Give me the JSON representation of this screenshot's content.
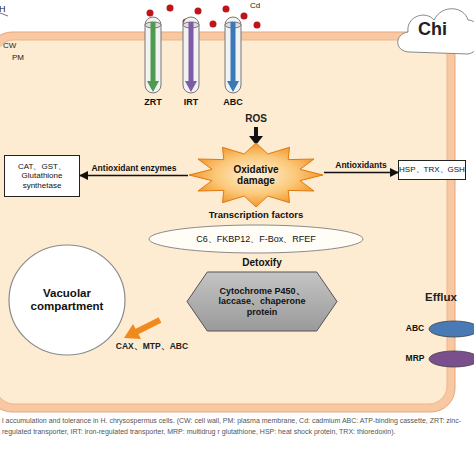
{
  "diagram": {
    "caption": "l accumulation and tolerance in H. chrysospermus cells. (CW: cell wall, PM: plasma membrane, Cd: cadmium ABC: ATP-binding cassette, ZRT: zinc-regulated transporter, IRT: iron-regulated transporter, MRP: multidrug r glutathione, HSP: heat shock protein, TRX: thioredoxin).",
    "nodes": [
      {
        "text": [
          "ZRT"
        ]
      },
      {
        "text": [
          "IRT"
        ]
      },
      {
        "text": [
          "ABC"
        ]
      },
      {
        "text": [
          "CAT、GST、Glutathione synthetase"
        ]
      },
      {
        "text": [
          "Oxidative damage"
        ]
      },
      {
        "text": [
          "HSP、TRX、GSH"
        ]
      },
      {
        "text": [
          "Transcription factors",
          "C6、FKBP12、F-Box、RFEF"
        ]
      },
      {
        "text": [
          "Vacuolar compartment"
        ]
      },
      {
        "text": [
          "Detoxify",
          "Cytochrome P450、laccase、chaperone protein"
        ]
      },
      {
        "text": [
          "ABC"
        ]
      },
      {
        "text": [
          "MRP"
        ]
      }
    ],
    "edges": [
      {
        "from": 4,
        "to": 3,
        "label": "Antioxidant enzymes",
        "arrow": "to"
      },
      {
        "from": 4,
        "to": 5,
        "label": "Antioxidants",
        "arrow": "to"
      }
    ],
    "labels": [
      "H",
      "CW",
      "PM",
      "Cd",
      "Chi",
      "ROS",
      "CAX、MTP、ABC",
      "Efflux"
    ]
  }
}
